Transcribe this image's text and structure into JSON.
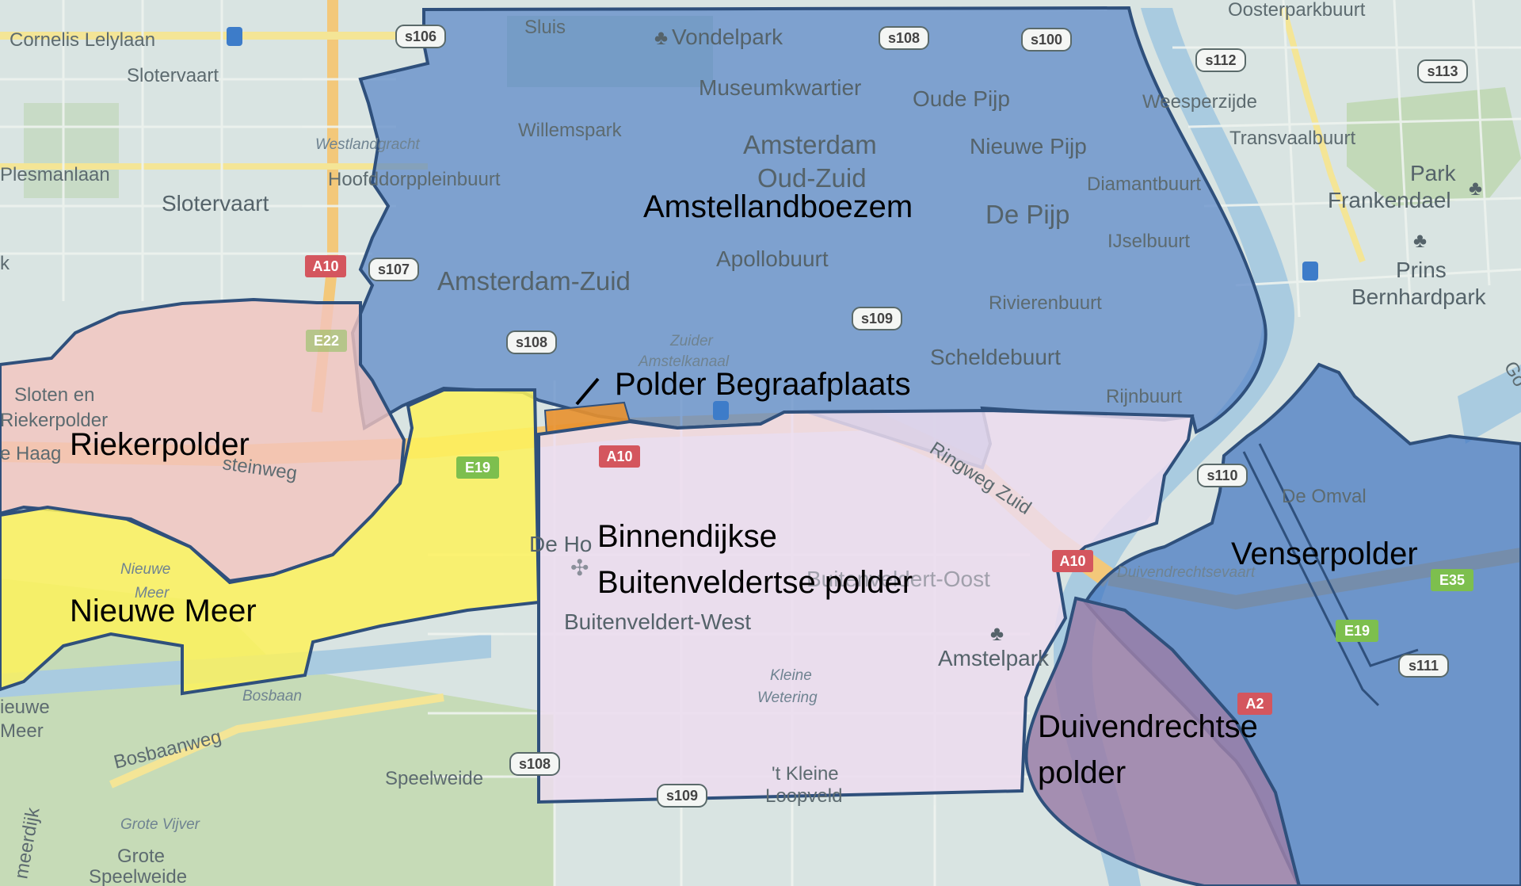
{
  "colors": {
    "base_map": "#d9e4e2",
    "water": "#a9cbe0",
    "park": "#c2d9b8",
    "major_road": "#f3c87a",
    "polder_outline": "#2f507c",
    "amstellandboezem_fill": "#5a86c8",
    "begraafplaats_fill": "#e8902e",
    "riekerpolder_fill": "#f2c4bf",
    "nieuwe_meer_fill": "#fdf25c",
    "binnendijkse_fill": "#ecdcef",
    "venserpolder_fill": "#3f73c0",
    "duivendrechtse_fill": "#9a7fa8"
  },
  "regions": [
    {
      "name": "Amstellandboezem"
    },
    {
      "name": "Polder Begraafplaats"
    },
    {
      "name": "Riekerpolder"
    },
    {
      "name": "Nieuwe Meer"
    },
    {
      "name_line1": "Binnendijkse",
      "name_line2": "Buitenveldertse polder"
    },
    {
      "name": "Venserpolder"
    },
    {
      "name_line1": "Duivendrechtse",
      "name_line2": "polder"
    }
  ],
  "base_labels": {
    "cornelis_lelylaan": "Cornelis Lelylaan",
    "slotervaart_small": "Slotervaart",
    "slotervaart_large": "Slotervaart",
    "plesmanlaan": "Plesmanlaan",
    "k": "k",
    "sluis": "Sluis",
    "vondelpark": "Vondelpark",
    "museumkwartier": "Museumkwartier",
    "oude_pijp": "Oude Pijp",
    "willemspark": "Willemspark",
    "westlandgracht": "Westlandgracht",
    "amsterdam": "Amsterdam",
    "oud_zuid": "Oud-Zuid",
    "nieuwe_pijp": "Nieuwe Pijp",
    "hoofddorppleinbuurt": "Hoofddorppleinbuurt",
    "diamantbuurt": "Diamantbuurt",
    "de_pijp": "De Pijp",
    "apollobuurt": "Apollobuurt",
    "ijselbuurt": "IJselbuurt",
    "amsterdam_zuid": "Amsterdam-Zuid",
    "rivierenbuurt": "Rivierenbuurt",
    "zuider": "Zuider",
    "amstelkanaal": "Amstelkanaal",
    "scheldebuurt": "Scheldebuurt",
    "rijnbuurt": "Rijnbuurt",
    "sloten_en": "Sloten en",
    "riekerpolder_base": "Riekerpolder",
    "e_haag": "e Haag",
    "steinweg": "steinweg",
    "ringweg_zuid": "Ringweg Zuid",
    "oosterparkbuurt": "Oosterparkbuurt",
    "weesperzijde": "Weesperzijde",
    "transvaalbuurt": "Transvaalbuurt",
    "park": "Park",
    "frankendael": "Frankendael",
    "prins": "Prins",
    "bernhardpark": "Bernhardpark",
    "de_omval": "De Omval",
    "duivendrechtsevaart": "Duivendrechtsevaart",
    "de_hoo": "De Ho",
    "buitenveldert_oost": "Buitenveldert-Oost",
    "buitenveldert_west": "Buitenveldert-West",
    "nieuwe_italic": "Nieuwe",
    "meer_italic": "Meer",
    "amstelpark": "Amstelpark",
    "kleine": "Kleine",
    "wetering": "Wetering",
    "bosbaan": "Bosbaan",
    "bosbaanweg": "Bosbaanweg",
    "speelweide": "Speelweide",
    "t_kleine": "'t Kleine",
    "loopveld": "Loopveld",
    "grote_vijver": "Grote Vijver",
    "grote": "Grote",
    "speelweide2": "Speelweide",
    "ieuwe": "ieuwe",
    "meer_left": "Meer",
    "meerdijk": "meerdijk",
    "go": "Go"
  },
  "road_shields": {
    "s106": "s106",
    "s108_top": "s108",
    "s100": "s100",
    "s112": "s112",
    "s113": "s113",
    "s107": "s107",
    "s109": "s109",
    "s108_mid": "s108",
    "s110": "s110",
    "s111": "s111",
    "s108_low": "s108",
    "s109_low": "s109",
    "a10_left": "A10",
    "a10_mid": "A10",
    "a10_right": "A10",
    "a2": "A2",
    "e22": "E22",
    "e19_left": "E19",
    "e19_right": "E19",
    "e35": "E35"
  }
}
